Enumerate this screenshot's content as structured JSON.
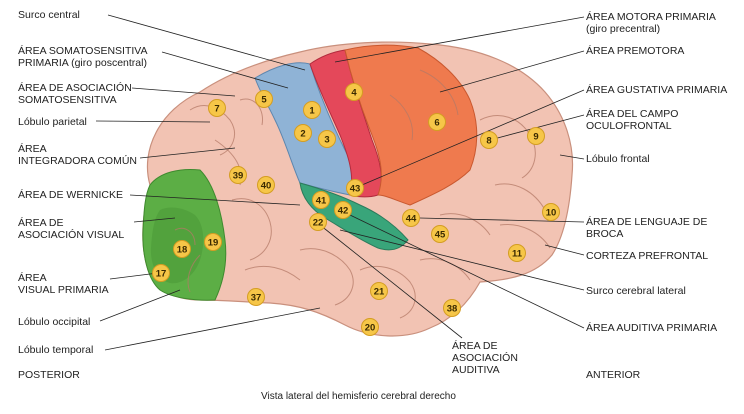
{
  "caption": "Vista lateral del hemisferio cerebral derecho",
  "orientation": {
    "left": "POSTERIOR",
    "right": "ANTERIOR"
  },
  "colors": {
    "cortex": "#f2c3b3",
    "somatosensory": "#8fb3d6",
    "motor": "#e4485a",
    "premotor": "#ef7a4e",
    "visual": "#5cae45",
    "auditory": "#39a57a",
    "badge": "#f6c648",
    "line": "#222222"
  },
  "labels_left": [
    {
      "id": "surco-central",
      "text": "Surco central"
    },
    {
      "id": "area-somatosensitiva",
      "text": "ÁREA SOMATOSENSITIVA\nPRIMARIA (giro poscentral)"
    },
    {
      "id": "area-asociacion-somatosensitiva",
      "text": "ÁREA DE ASOCIACIÓN\nSOMATOSENSITIVA"
    },
    {
      "id": "lobulo-parietal",
      "text": "Lóbulo parietal"
    },
    {
      "id": "area-integradora",
      "text": "ÁREA\nINTEGRADORA COMÚN"
    },
    {
      "id": "area-wernicke",
      "text": "ÁREA DE WERNICKE"
    },
    {
      "id": "area-asociacion-visual",
      "text": "ÁREA DE\nASOCIACIÓN VISUAL"
    },
    {
      "id": "area-visual-primaria",
      "text": "ÁREA\nVISUAL PRIMARIA"
    },
    {
      "id": "lobulo-occipital",
      "text": "Lóbulo occipital"
    },
    {
      "id": "lobulo-temporal",
      "text": "Lóbulo temporal"
    }
  ],
  "labels_right": [
    {
      "id": "area-motora",
      "text": "ÁREA MOTORA PRIMARIA\n(giro precentral)"
    },
    {
      "id": "area-premotora",
      "text": "ÁREA PREMOTORA"
    },
    {
      "id": "area-gustativa",
      "text": "ÁREA GUSTATIVA PRIMARIA"
    },
    {
      "id": "area-oculofrontal",
      "text": "ÁREA DEL CAMPO\nOCULOFRONTAL"
    },
    {
      "id": "lobulo-frontal",
      "text": "Lóbulo frontal"
    },
    {
      "id": "area-broca",
      "text": "ÁREA DE LENGUAJE DE\nBROCA"
    },
    {
      "id": "corteza-prefrontal",
      "text": "CORTEZA PREFRONTAL"
    },
    {
      "id": "surco-lateral",
      "text": "Surco cerebral lateral"
    },
    {
      "id": "area-auditiva",
      "text": "ÁREA AUDITIVA PRIMARIA"
    }
  ],
  "label_bottom": {
    "id": "area-asociacion-auditiva",
    "text": "ÁREA DE\nASOCIACIÓN\nAUDITIVA"
  },
  "brodmann_areas": [
    "1",
    "2",
    "3",
    "4",
    "5",
    "6",
    "7",
    "8",
    "9",
    "10",
    "11",
    "17",
    "18",
    "19",
    "20",
    "21",
    "22",
    "37",
    "38",
    "39",
    "40",
    "41",
    "42",
    "43",
    "44",
    "45"
  ]
}
